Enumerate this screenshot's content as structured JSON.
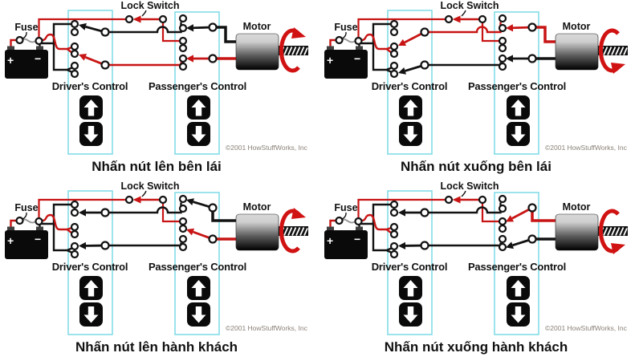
{
  "title": "Power window circuit diagrams (4 states)",
  "colors": {
    "wire_red": "#c81414",
    "wire_black": "#121212",
    "box_cyan": "#84dce8",
    "battery_black": "#0a0a0a",
    "terminal_gray": "#3f3f3f",
    "fuse_wave_gray": "#9a9a9a",
    "rotation_red": "#d01212",
    "copyright_gray": "#8a8178"
  },
  "shared_labels": {
    "fuse": "Fuse",
    "lock_switch": "Lock Switch",
    "motor": "Motor",
    "drivers_control": "Driver's Control",
    "passengers_control": "Passenger's Control",
    "battery_plus": "+",
    "battery_minus": "−",
    "copyright": "©2001 HowStuffWorks, Inc"
  },
  "quadrants": [
    {
      "id": "up-driver-side",
      "caption": "Nhấn nút lên bên lái",
      "driver_switch": "pressed-up",
      "passenger_switch": "neutral",
      "motor_rotation": "up",
      "wires": {
        "top_long": "black",
        "bottom_long": "red",
        "motor_upper": "black",
        "motor_lower": "red"
      },
      "levers": {
        "driver_top": "black",
        "driver_bottom": "red",
        "passenger_top": "black",
        "passenger_bottom": "red"
      }
    },
    {
      "id": "down-driver-side",
      "caption": "Nhấn nút xuống bên lái",
      "driver_switch": "pressed-down",
      "passenger_switch": "neutral",
      "motor_rotation": "down",
      "wires": {
        "top_long": "red",
        "bottom_long": "black",
        "motor_upper": "red",
        "motor_lower": "black"
      },
      "levers": {
        "driver_top": "red",
        "driver_bottom": "black",
        "passenger_top": "red",
        "passenger_bottom": "black"
      }
    },
    {
      "id": "up-passenger-side",
      "caption": "Nhấn nút lên hành khách",
      "driver_switch": "neutral",
      "passenger_switch": "pressed-up",
      "motor_rotation": "up",
      "wires": {
        "top_long": "black",
        "bottom_long": "black",
        "motor_upper": "black",
        "motor_lower": "red"
      },
      "levers": {
        "driver_top": "black",
        "driver_bottom": "black",
        "passenger_top": "black",
        "passenger_bottom": "red"
      }
    },
    {
      "id": "down-passenger-side",
      "caption": "Nhấn nút xuống hành khách",
      "driver_switch": "neutral",
      "passenger_switch": "pressed-down",
      "motor_rotation": "down",
      "wires": {
        "top_long": "black",
        "bottom_long": "black",
        "motor_upper": "red",
        "motor_lower": "black"
      },
      "levers": {
        "driver_top": "black",
        "driver_bottom": "black",
        "passenger_top": "red",
        "passenger_bottom": "black"
      }
    }
  ]
}
